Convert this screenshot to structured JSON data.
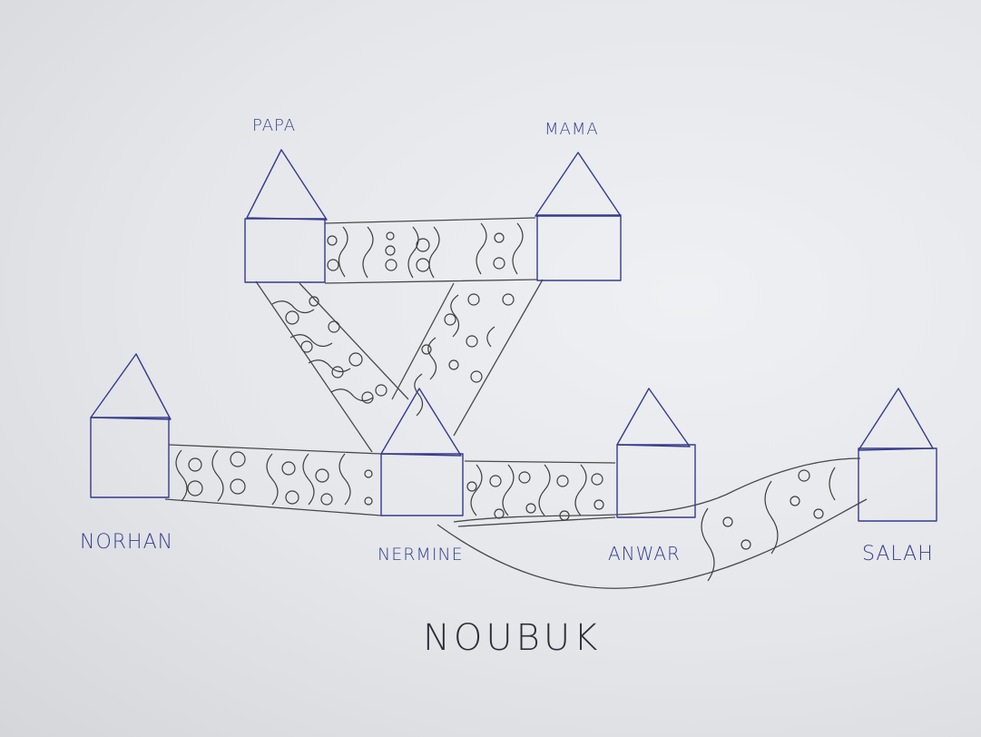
{
  "family": {
    "parents": [
      "PAPA",
      "MAMA"
    ],
    "children": [
      "NORHAN",
      "NERMINE",
      "ANWAR",
      "SALAH"
    ]
  },
  "title": "NOUBUK"
}
